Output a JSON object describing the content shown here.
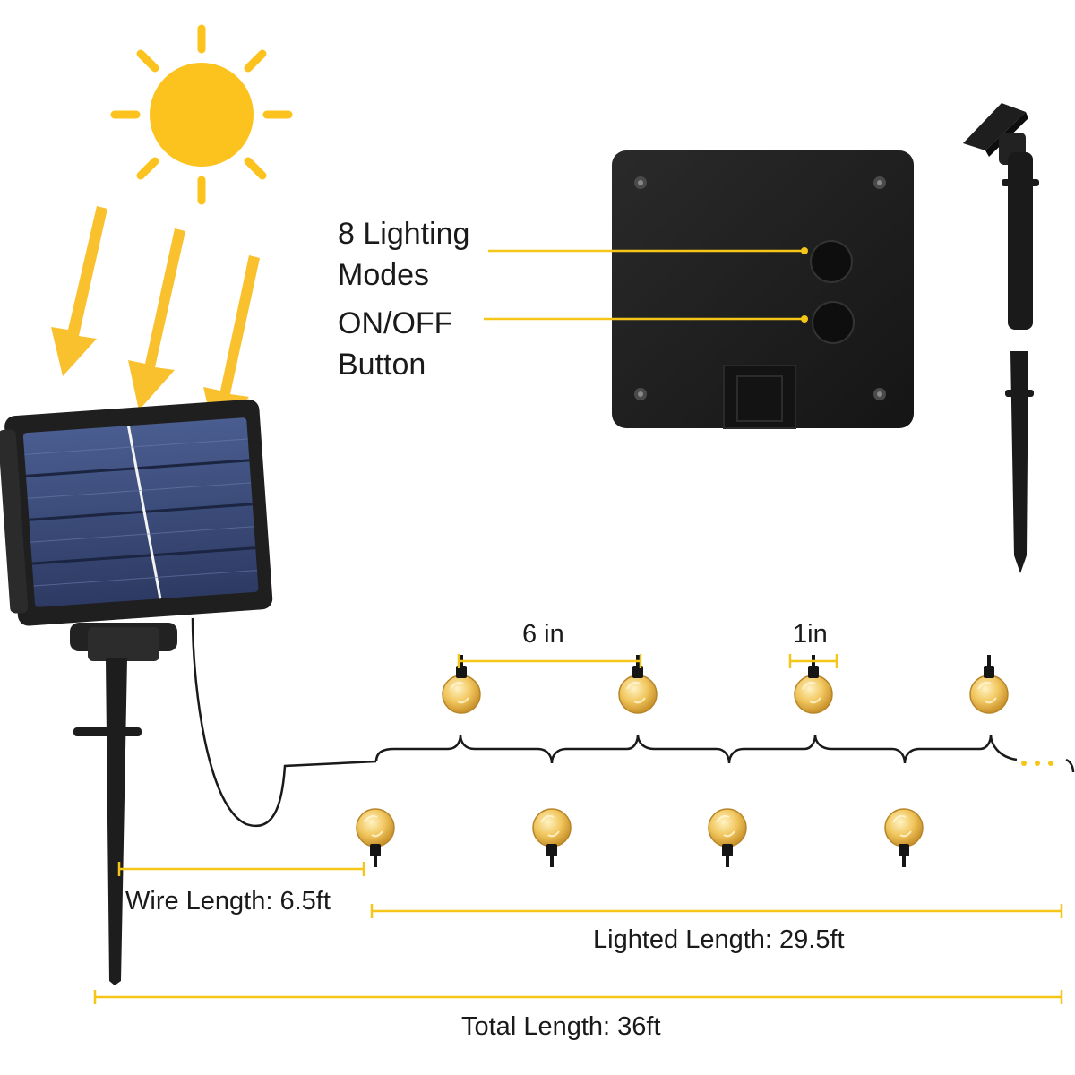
{
  "callouts": {
    "modes_line1": "8 Lighting",
    "modes_line2": "Modes",
    "power_line1": "ON/OFF",
    "power_line2": "Button"
  },
  "dimensions": {
    "bulb_spacing": "6 in",
    "bulb_size": "1in",
    "wire_length": "Wire Length: 6.5ft",
    "lighted_length": "Lighted Length: 29.5ft",
    "total_length": "Total Length: 36ft"
  },
  "colors": {
    "accent": "#F5C518",
    "sun": "#FCC31E",
    "arrow": "#F9C12E",
    "panel_cell": "#3A4B78",
    "device": "#1E1E1E",
    "bulb": "#E9B84A"
  },
  "icons": [
    "sun-icon",
    "solar-panel-icon",
    "control-box-icon",
    "ground-stake-icon",
    "bulb-icon"
  ]
}
